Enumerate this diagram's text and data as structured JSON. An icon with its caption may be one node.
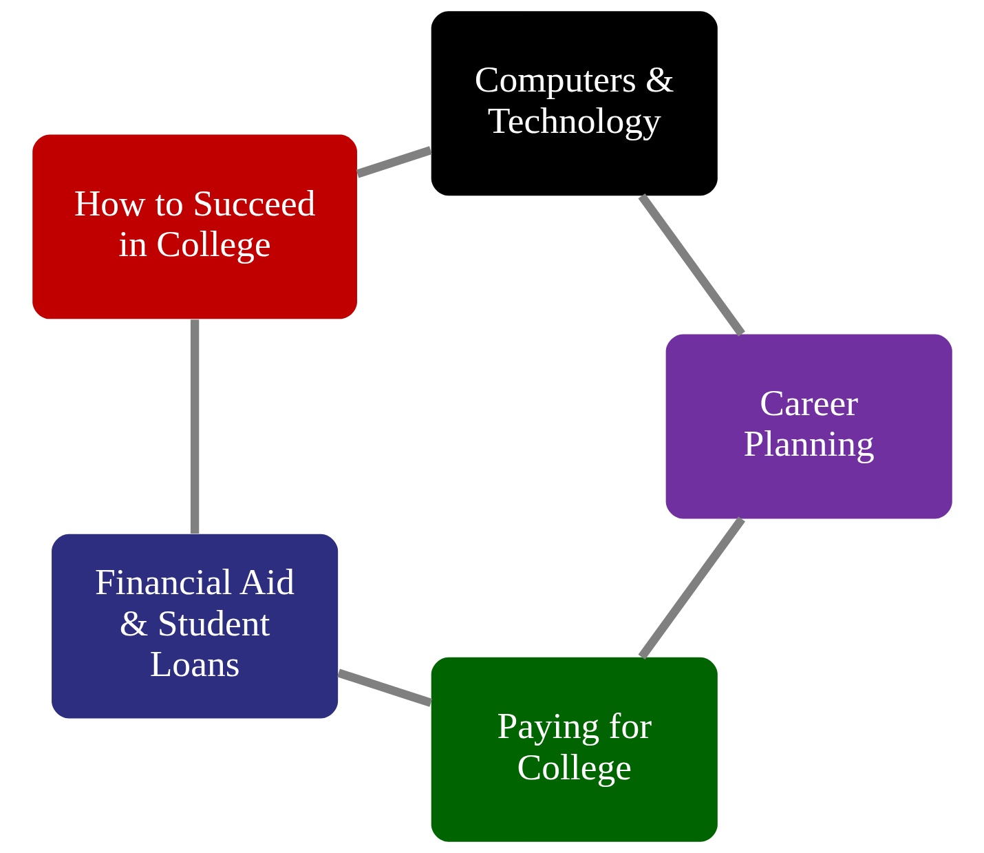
{
  "diagram": {
    "nodes": [
      {
        "text": [
          "Paying for College"
        ]
      },
      {
        "text": [
          "Career Planning"
        ]
      },
      {
        "text": [
          "Financial Aid & Student Loans"
        ]
      },
      {
        "text": [
          "Computers & Technology"
        ]
      },
      {
        "text": [
          "How to Succeed in College"
        ]
      }
    ],
    "edges": [
      {
        "from": 0,
        "to": 2,
        "arrow": "none"
      },
      {
        "from": 2,
        "to": 4,
        "arrow": "none"
      },
      {
        "from": 4,
        "to": 3,
        "arrow": "none"
      },
      {
        "from": 3,
        "to": 1,
        "arrow": "none"
      },
      {
        "from": 1,
        "to": 0,
        "arrow": "none"
      }
    ]
  }
}
